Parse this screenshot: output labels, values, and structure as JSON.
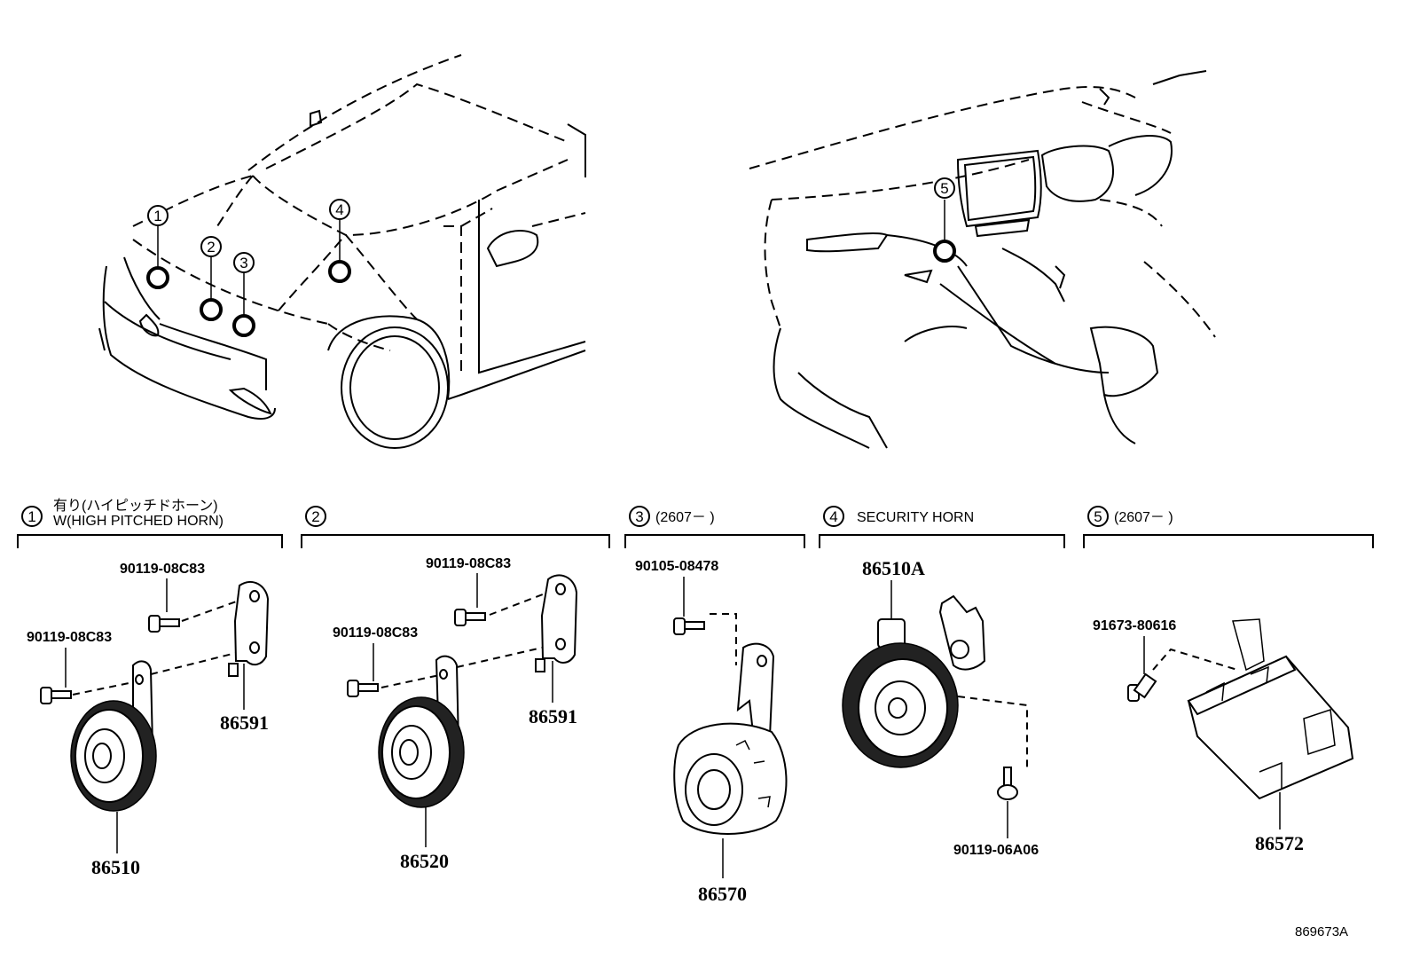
{
  "sections": [
    {
      "num": "1",
      "title": "有り(ハイピッチドホーン)",
      "subtitle": "W(HIGH PITCHED HORN)"
    },
    {
      "num": "2",
      "title": ""
    },
    {
      "num": "3",
      "title": "(2607－      )"
    },
    {
      "num": "4",
      "title": "SECURITY HORN"
    },
    {
      "num": "5",
      "title": "(2607－      )"
    }
  ],
  "locator_labels": [
    "1",
    "2",
    "3",
    "4",
    "5"
  ],
  "parts": {
    "s1_bolt_upper": "90119-08C83",
    "s1_bolt_lower": "90119-08C83",
    "s1_bracket": "86591",
    "s1_horn": "86510",
    "s2_bolt_upper": "90119-08C83",
    "s2_bolt_lower": "90119-08C83",
    "s2_bracket": "86591",
    "s2_horn": "86520",
    "s3_bolt": "90105-08478",
    "s3_horn": "86570",
    "s4_horn": "86510A",
    "s4_bolt": "90119-06A06",
    "s5_bolt": "91673-80616",
    "s5_module": "86572"
  },
  "footer_code": "869673A"
}
